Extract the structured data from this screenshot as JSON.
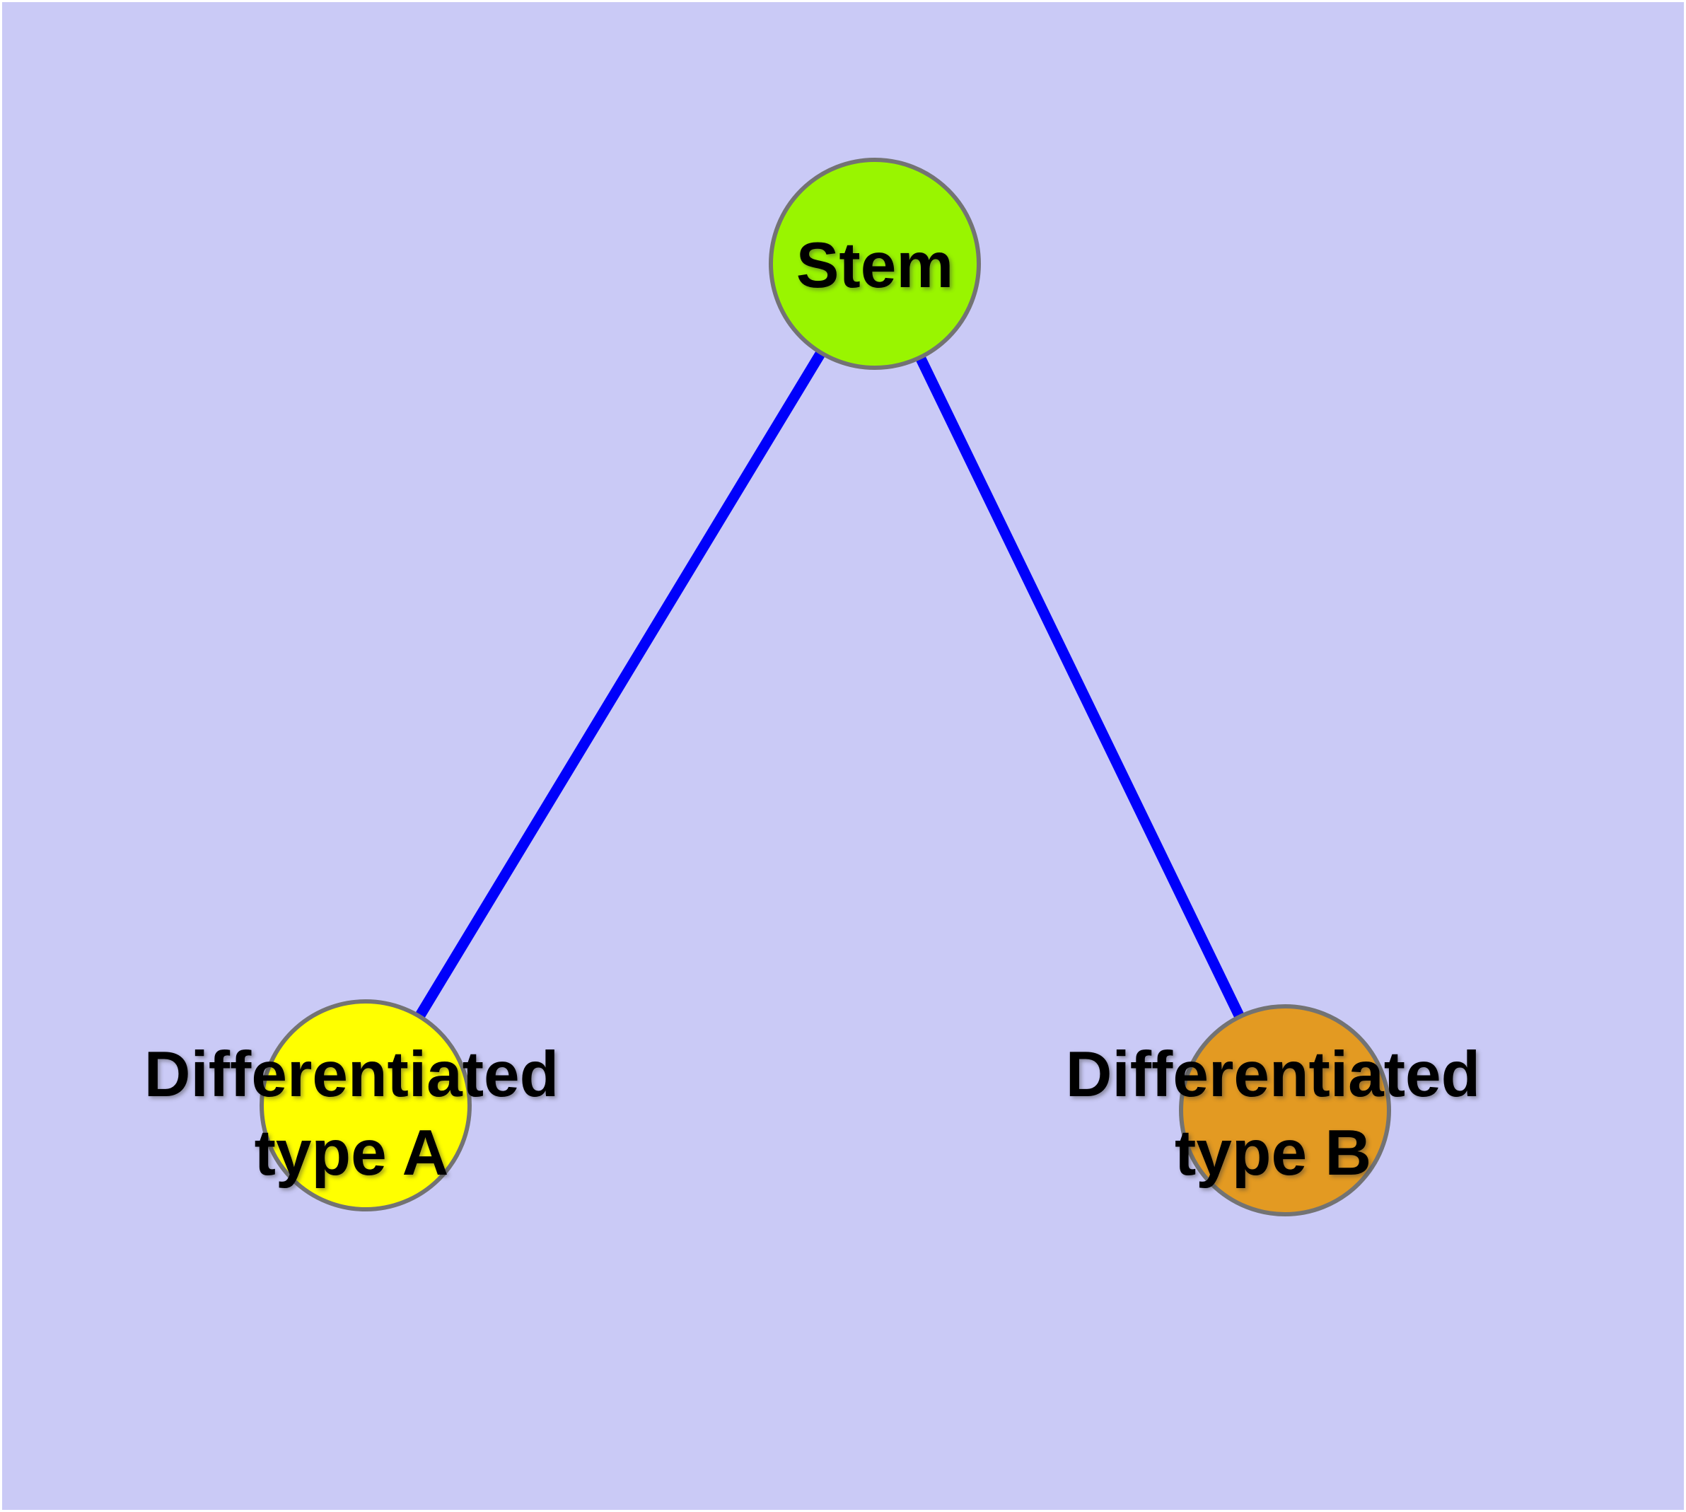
{
  "canvas": {
    "frame_color": "#FFFFFF",
    "background_color": "#CACAF6"
  },
  "style": {
    "edge_color": "#0000FB",
    "edge_width": "15",
    "node_border_color": "#737373",
    "node_border_width": "6",
    "label_color": "#000000"
  },
  "nodes": {
    "stem": {
      "label": "Stem",
      "fill": "#99F500"
    },
    "type_a": {
      "label_line1": "Differentiated",
      "label_line2": "type A",
      "fill": "#FFFF00"
    },
    "type_b": {
      "label_line1": "Differentiated",
      "label_line2": "type B",
      "fill": "#E39A22"
    }
  },
  "edges": [
    {
      "from": "Stem",
      "to": "Differentiated type A"
    },
    {
      "from": "Stem",
      "to": "Differentiated type B"
    }
  ]
}
